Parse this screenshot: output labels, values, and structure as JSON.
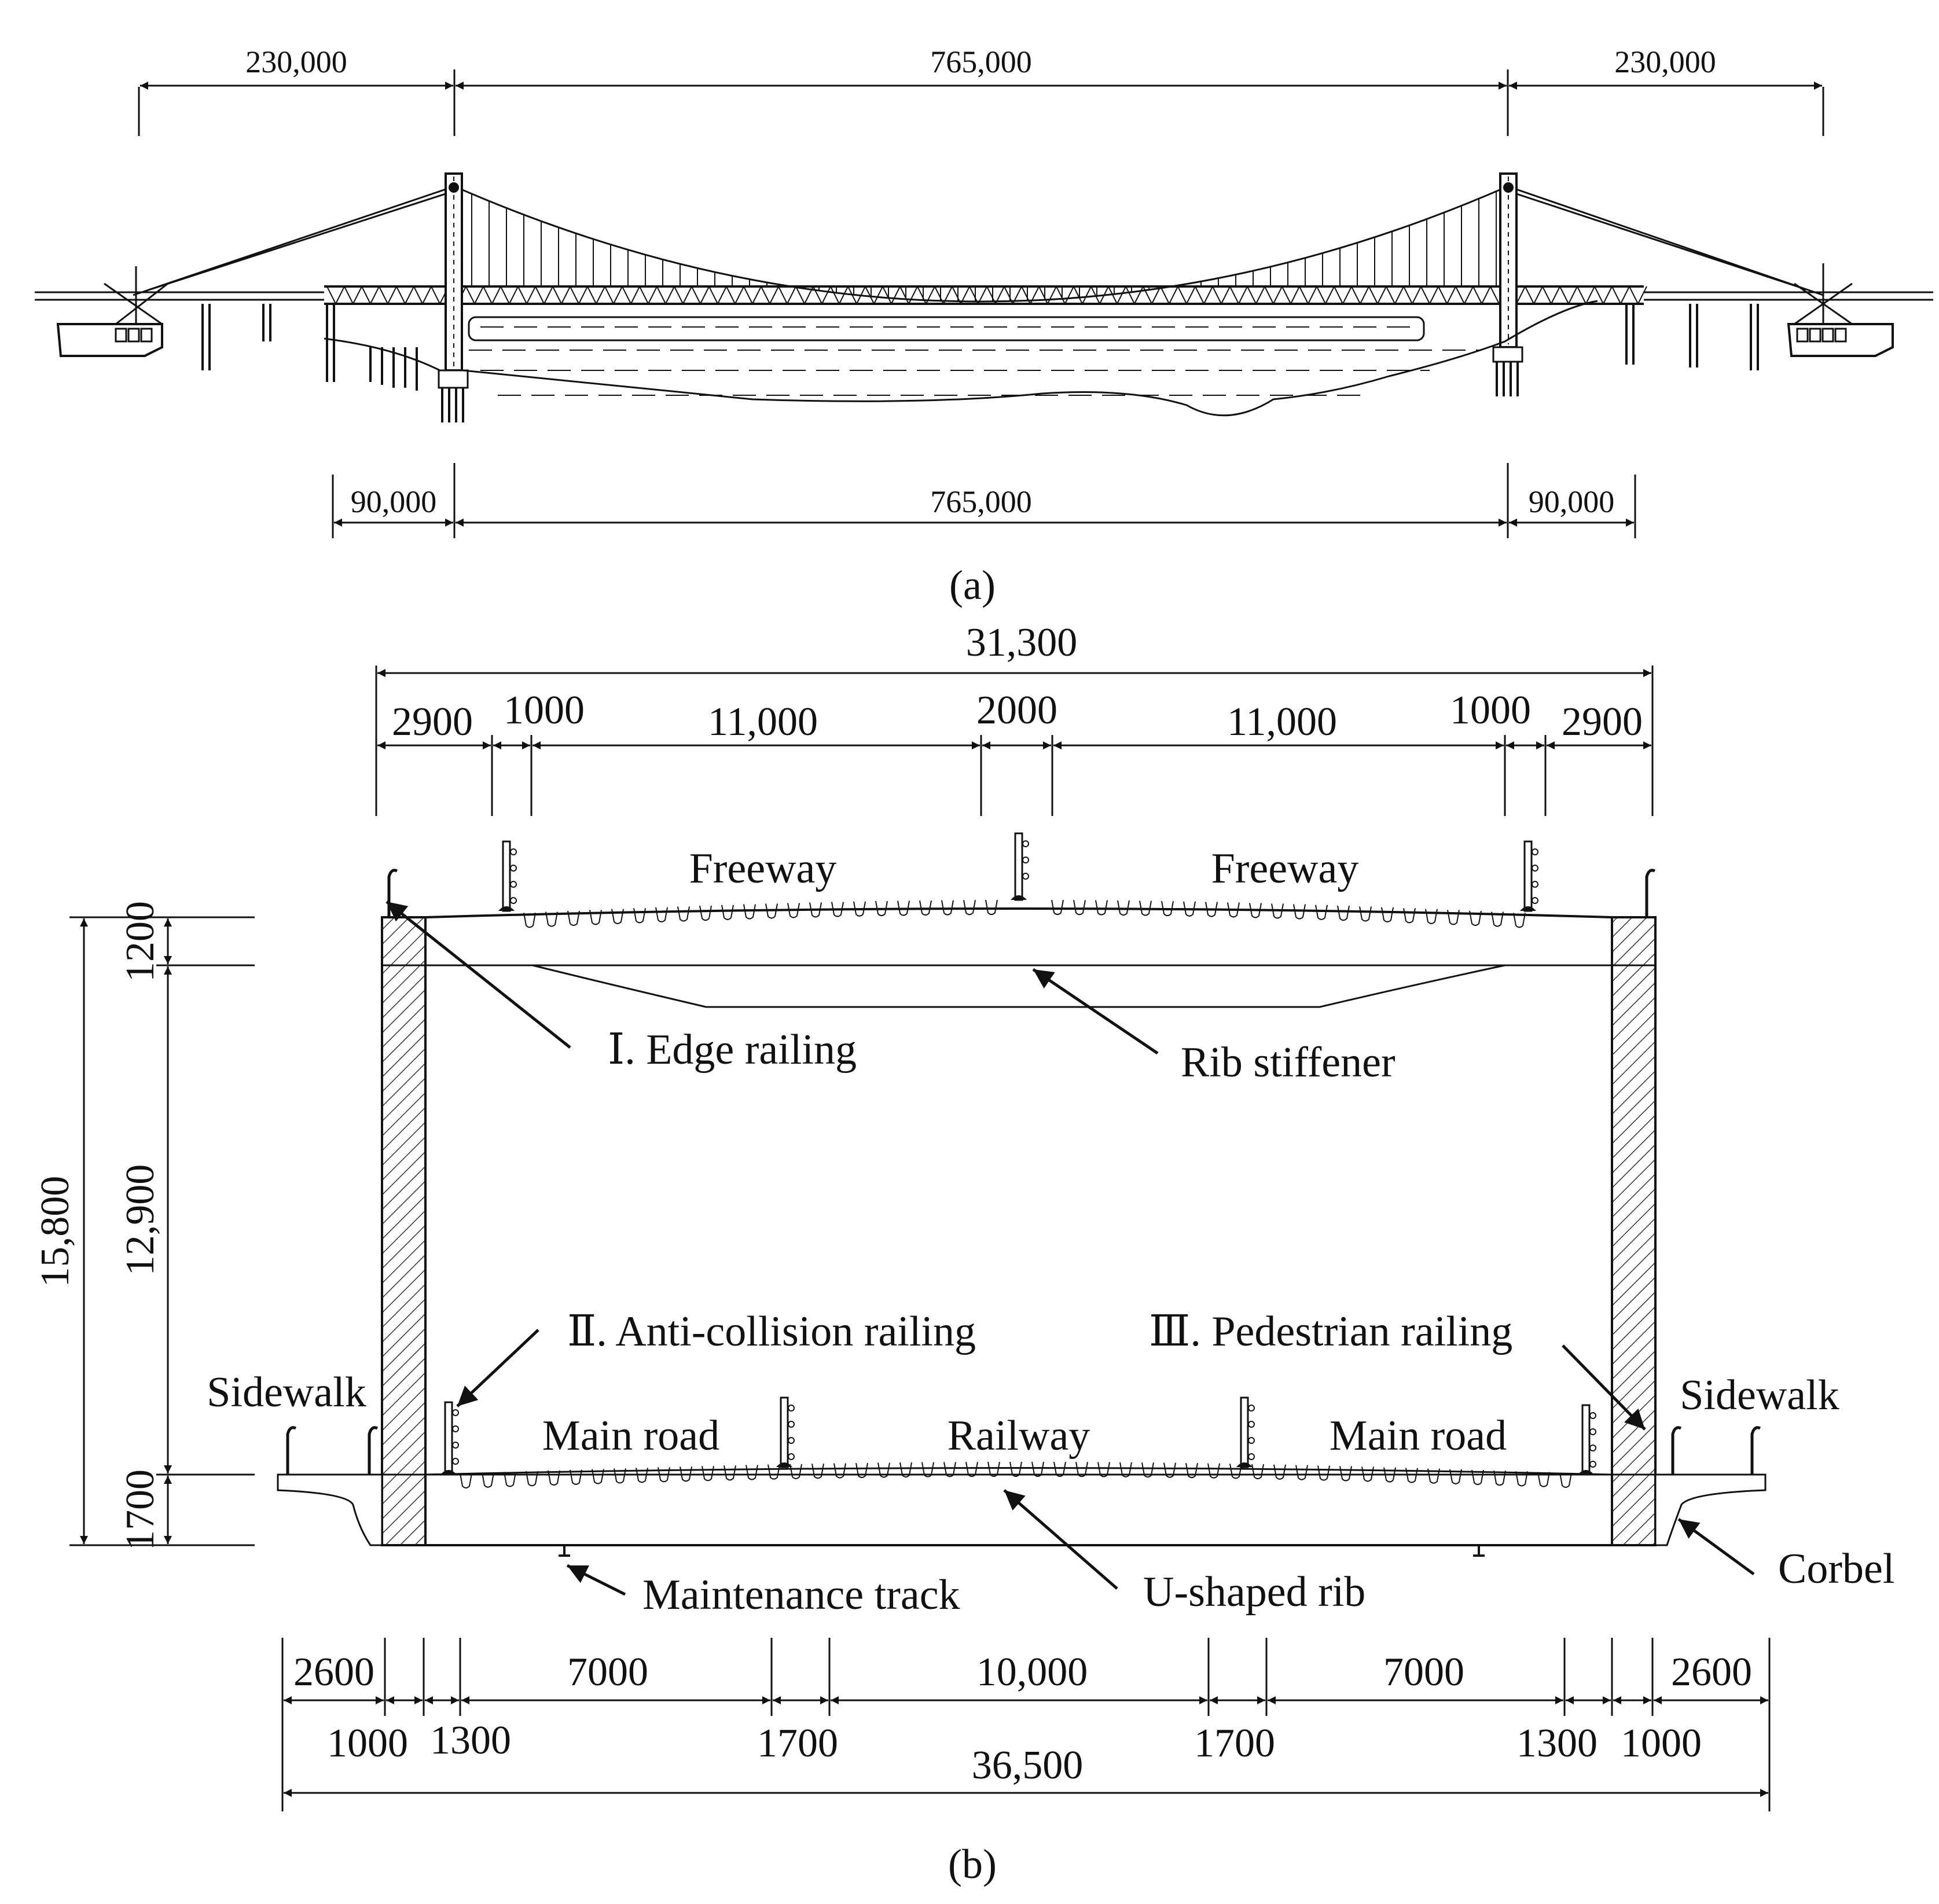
{
  "panel_a": {
    "caption": "(a)",
    "top_dims": [
      "230,000",
      "765,000",
      "230,000"
    ],
    "bottom_dims": [
      "90,000",
      "765,000",
      "90,000"
    ]
  },
  "panel_b": {
    "caption": "(b)",
    "overall_top": "31,300",
    "top_segments": [
      "2900",
      "1000",
      "11,000",
      "2000",
      "11,000",
      "1000",
      "2900"
    ],
    "left_heights": {
      "total": "15,800",
      "top": "1200",
      "middle": "12,900",
      "bottom": "1700"
    },
    "deck_labels": {
      "freeway_left": "Freeway",
      "freeway_right": "Freeway",
      "main_road_left": "Main road",
      "railway": "Railway",
      "main_road_right": "Main road",
      "sidewalk_left": "Sidewalk",
      "sidewalk_right": "Sidewalk"
    },
    "callouts": {
      "edge_railing": "Ⅰ. Edge railing",
      "rib_stiffener": "Rib stiffener",
      "anti_collision": "Ⅱ. Anti-collision railing",
      "pedestrian": "Ⅲ. Pedestrian railing",
      "maintenance": "Maintenance track",
      "u_rib": "U-shaped rib",
      "corbel": "Corbel"
    },
    "bottom_upper": [
      "2600",
      "7000",
      "10,000",
      "7000",
      "2600"
    ],
    "bottom_lower": [
      "1000",
      "1300",
      "1700",
      "1700",
      "1300",
      "1000"
    ],
    "overall_bottom": "36,500"
  }
}
